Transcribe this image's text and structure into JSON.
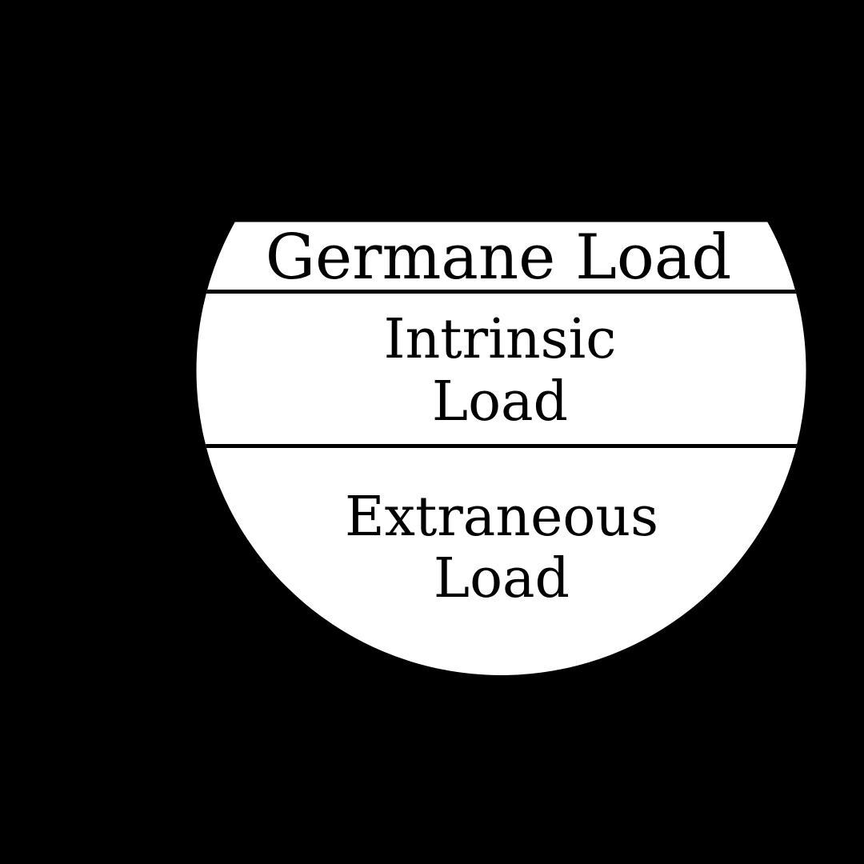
{
  "diagram": {
    "sections": [
      {
        "label": "Germane Load",
        "lines": [
          "Germane Load"
        ]
      },
      {
        "label": "Intrinsic Load",
        "lines": [
          "Intrinsic",
          "Load"
        ]
      },
      {
        "label": "Extraneous Load",
        "lines": [
          "Extraneous",
          "Load"
        ]
      }
    ],
    "colors": {
      "background": "#000000",
      "circle_fill": "#ffffff",
      "divider": "#000000",
      "text": "#000000"
    }
  }
}
